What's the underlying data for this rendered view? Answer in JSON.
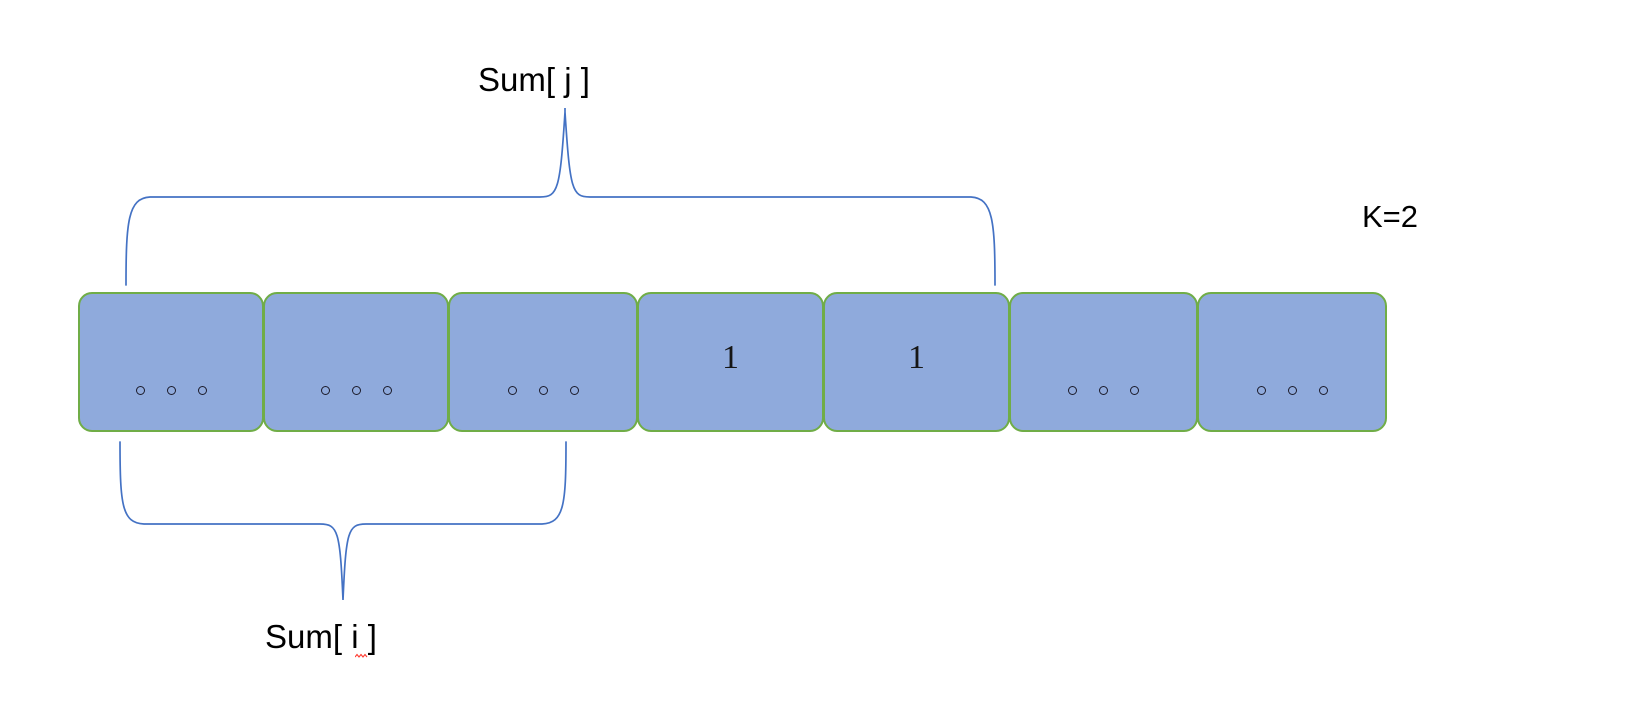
{
  "diagram": {
    "title": "Prefix sum array segment diagram",
    "colors": {
      "cell_fill": "#8FAADC",
      "cell_border": "#70AD47",
      "brace_stroke": "#4472C4",
      "text": "#000000",
      "spellcheck_underline": "#FF0000",
      "background": "#FFFFFF"
    },
    "cells": [
      {
        "id": "cell-1",
        "type": "ellipsis",
        "value": "",
        "dots": 3
      },
      {
        "id": "cell-2",
        "type": "ellipsis",
        "value": "",
        "dots": 3
      },
      {
        "id": "cell-3",
        "type": "ellipsis",
        "value": "",
        "dots": 3
      },
      {
        "id": "cell-4",
        "type": "value",
        "value": "1",
        "dots": 0
      },
      {
        "id": "cell-5",
        "type": "value",
        "value": "1",
        "dots": 0
      },
      {
        "id": "cell-6",
        "type": "ellipsis",
        "value": "",
        "dots": 3
      },
      {
        "id": "cell-7",
        "type": "ellipsis",
        "value": "",
        "dots": 3
      }
    ],
    "labels": {
      "sum_j": "Sum[ j ]",
      "sum_i": "Sum[ i ]",
      "k": "K=2"
    },
    "braces": {
      "top": {
        "name": "sum-j-brace",
        "orientation": "down",
        "spans_cells": [
          1,
          5
        ],
        "label": "Sum[ j ]"
      },
      "bottom": {
        "name": "sum-i-brace",
        "orientation": "up",
        "spans_cells": [
          1,
          3
        ],
        "label": "Sum[ i ]"
      }
    }
  }
}
